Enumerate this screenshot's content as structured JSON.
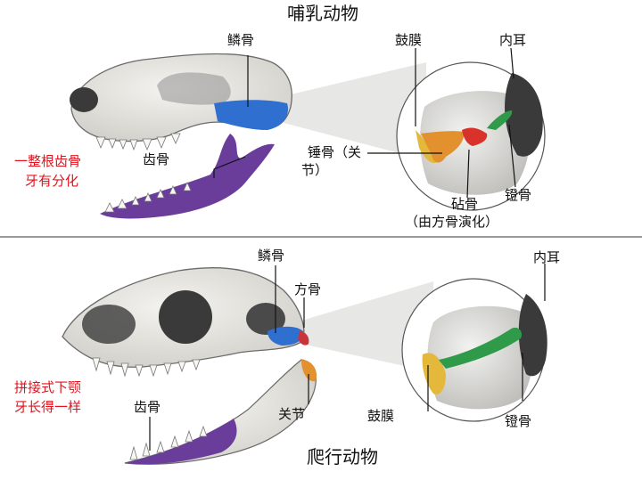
{
  "mammal": {
    "title": "哺乳动物",
    "labels": {
      "squamosal": "鳞骨",
      "dentary": "齿骨",
      "eardrum": "鼓膜",
      "inner_ear": "内耳",
      "malleus": "锤骨（关",
      "malleus_cont": "节）",
      "incus": "砧骨",
      "incus_note": "（由方骨演化）",
      "stapes": "镫骨"
    },
    "note": [
      "一整根齿骨",
      "牙有分化"
    ]
  },
  "reptile": {
    "title": "爬行动物",
    "labels": {
      "squamosal": "鳞骨",
      "quadrate": "方骨",
      "articular": "关节",
      "dentary": "齿骨",
      "eardrum": "鼓膜",
      "inner_ear": "内耳",
      "stapes": "镫骨"
    },
    "note": [
      "拼接式下颚",
      "牙长得一样"
    ]
  },
  "colors": {
    "squamosal": "#2f6fd0",
    "dentary": "#6a3d9a",
    "malleus": "#e3902e",
    "incus": "#d8322a",
    "stapes": "#2e9a4a",
    "eardrum": "#e4b83a",
    "note": "#e0141e",
    "divider": "#9a9a9a"
  }
}
